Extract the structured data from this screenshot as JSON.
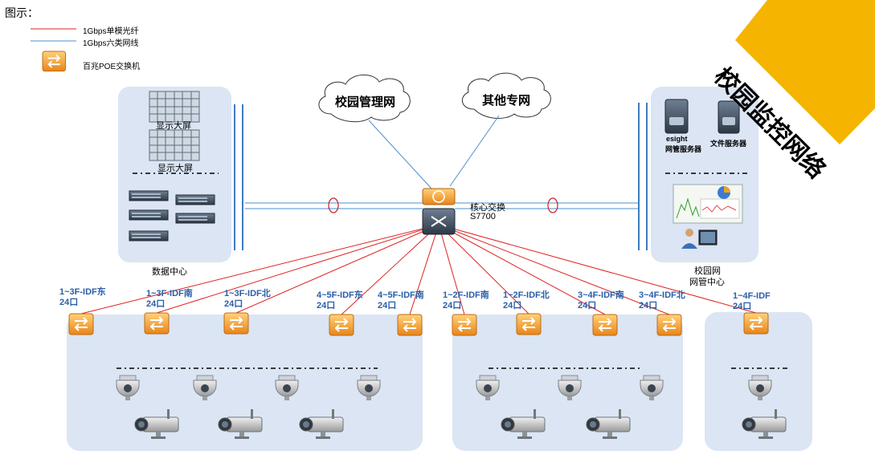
{
  "legend": {
    "title": "图示：",
    "items": [
      {
        "label": "1Gbps单模光纤",
        "color": "#e02020"
      },
      {
        "label": "1Gbps六类网线",
        "color": "#4a8fd0"
      },
      {
        "label": "百兆POE交换机",
        "icon": "poe-switch-icon"
      }
    ]
  },
  "banner": {
    "text": "校园监控网络",
    "color": "#f5b400"
  },
  "clouds": {
    "campus_mgmt": "校园管理网",
    "other_private": "其他专网"
  },
  "core": {
    "name": "核心交换",
    "model": "S7700"
  },
  "data_center": {
    "label": "数据中心",
    "screen1": "显示大屏",
    "screen2": "显示大屏"
  },
  "nms_center": {
    "label_line1": "校园网",
    "label_line2": "网管中心",
    "server1_line1": "esight",
    "server1_line2": "网管服务器",
    "server2": "文件服务器"
  },
  "switches": [
    {
      "line1": "1~3F-IDF东",
      "line2": "24口"
    },
    {
      "line1": "1~3F-IDF南",
      "line2": "24口"
    },
    {
      "line1": "1~3F-IDF北",
      "line2": "24口"
    },
    {
      "line1": "4~5F-IDF东",
      "line2": "24口"
    },
    {
      "line1": "4~5F-IDF南",
      "line2": "24口"
    },
    {
      "line1": "1~2F-IDF南",
      "line2": "24口"
    },
    {
      "line1": "1~2F-IDF北",
      "line2": "24口"
    },
    {
      "line1": "3~4F-IDF南",
      "line2": "24口"
    },
    {
      "line1": "3~4F-IDF北",
      "line2": "24口"
    },
    {
      "line1": "1~4F-IDF",
      "line2": "24口"
    }
  ],
  "colors": {
    "panel": "#dbe5f4",
    "fiber": "#e02020",
    "copper": "#4a8fd0",
    "switch_orange": "#f29a2e"
  }
}
